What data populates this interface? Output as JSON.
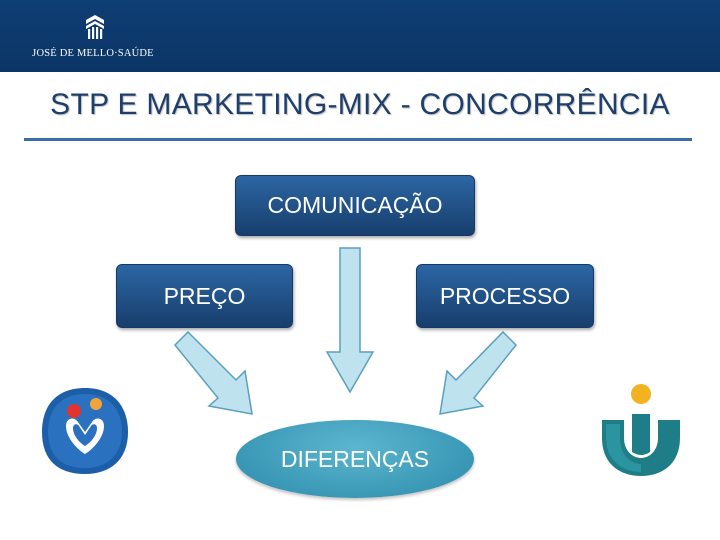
{
  "header": {
    "logo_text": "JOSÉ DE MELLO·SAÚDE",
    "logo_icon": "jose-de-mello-logo-mark"
  },
  "title": "STP E MARKETING-MIX - CONCORRÊNCIA",
  "diagram": {
    "top_box": "COMUNICAÇÃO",
    "left_box": "PREÇO",
    "right_box": "PROCESSO",
    "result": "DIFERENÇAS"
  },
  "brands": {
    "left_icon": "mother-child-logo",
    "right_icon": "cuf-style-logo"
  },
  "colors": {
    "header_bg": "#0f3e74",
    "box_fill": "#1f4f86",
    "ellipse_fill": "#3a98b6",
    "arrow_fill": "#bfe3ee",
    "arrow_stroke": "#5a9fc0",
    "title_color": "#1e3f6c"
  }
}
